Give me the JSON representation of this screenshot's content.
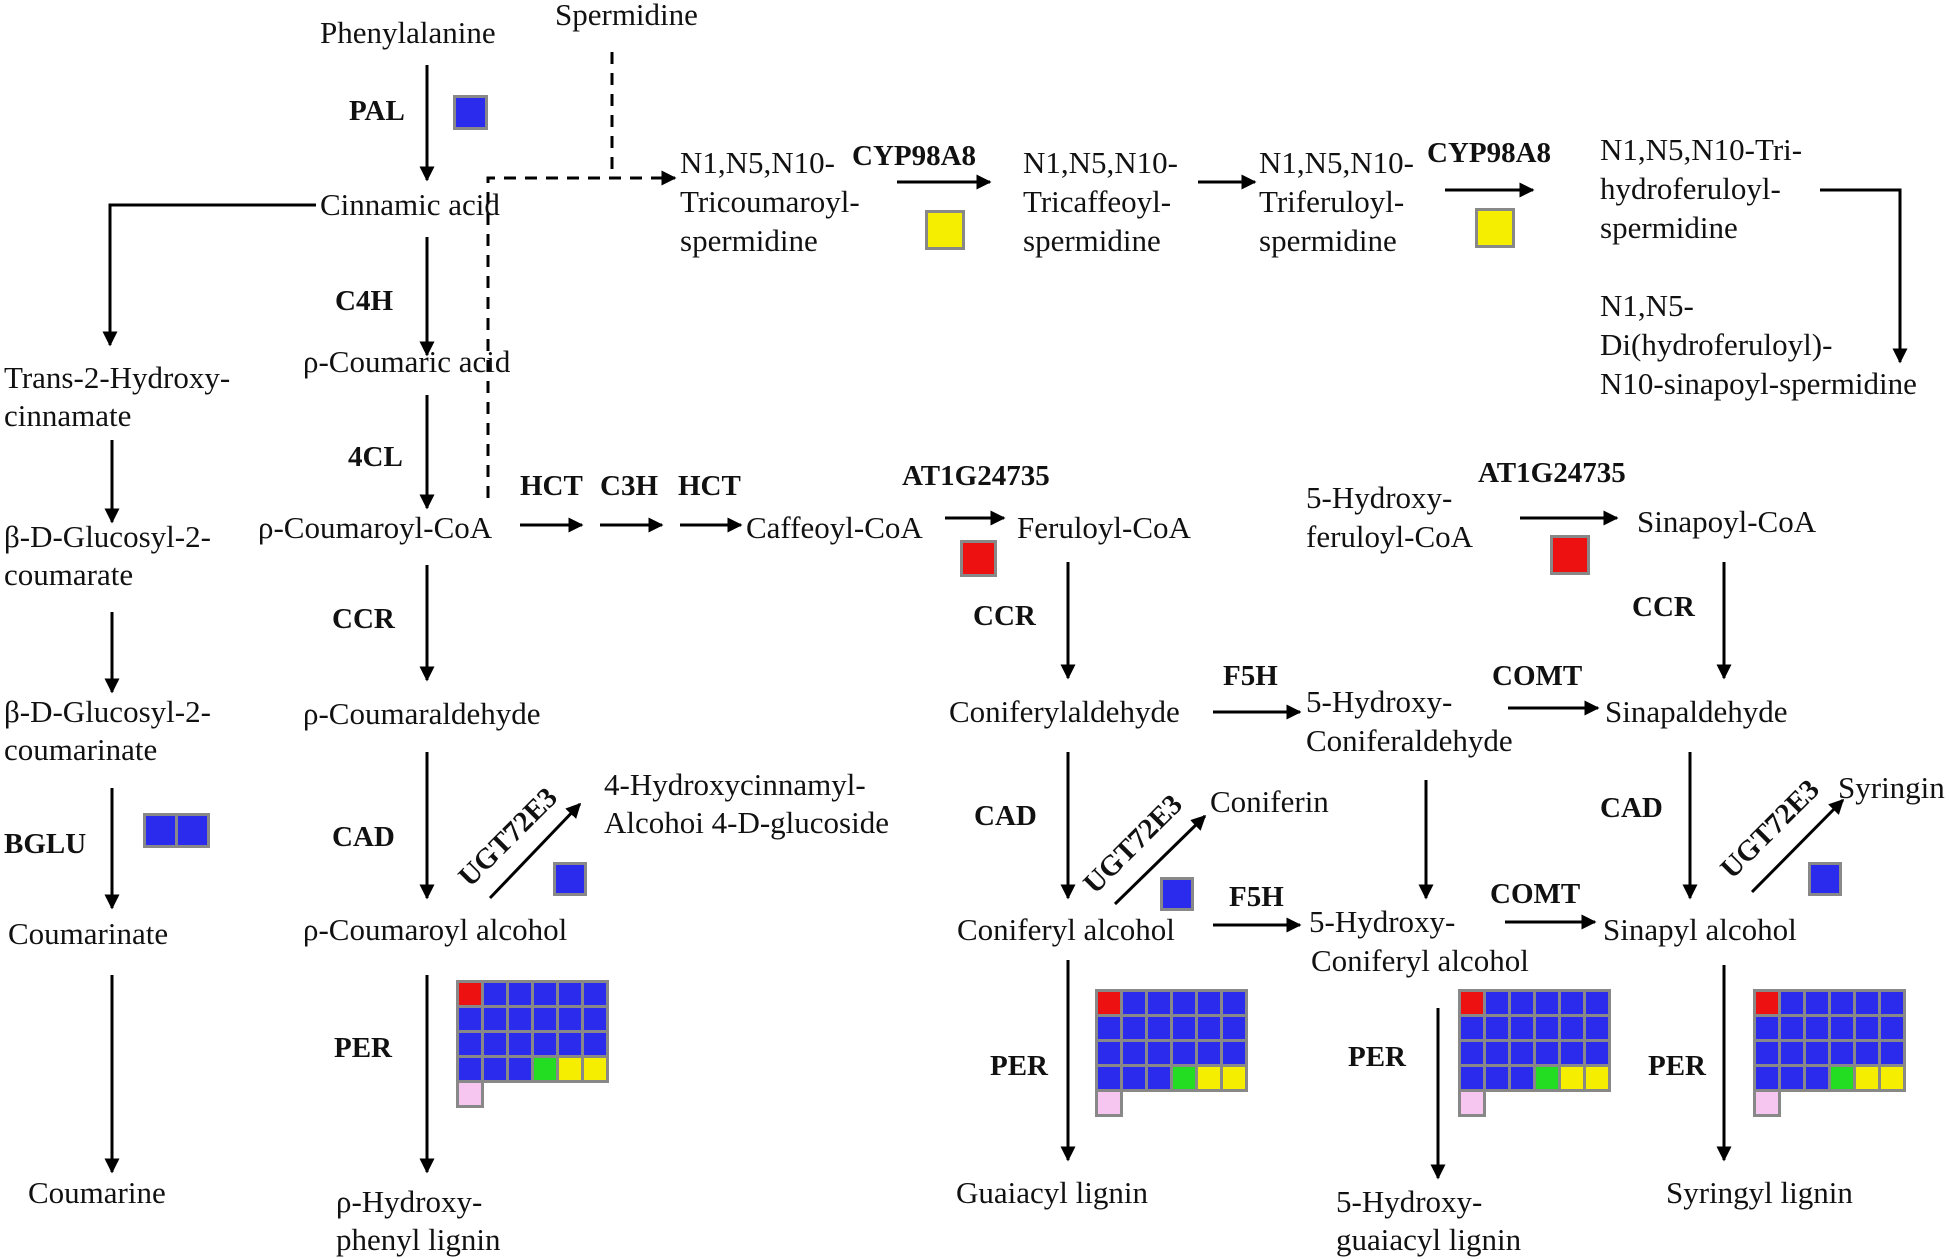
{
  "compounds": {
    "phenylalanine": "Phenylalanine",
    "spermidine": "Spermidine",
    "cinnamic_acid": "Cinnamic acid",
    "trans_hydroxy": [
      "Trans-2-Hydroxy-",
      "cinnamate"
    ],
    "glucosyl_coumarate": [
      "β-D-Glucosyl-2-",
      "coumarate"
    ],
    "glucosyl_coumarinate": [
      "β-D-Glucosyl-2-",
      "coumarinate"
    ],
    "coumarinate": "Coumarinate",
    "coumarine": "Coumarine",
    "p_coumaric_acid": "ρ-Coumaric acid",
    "p_coumaroyl_coa": "ρ-Coumaroyl-CoA",
    "p_coumaraldehyde": "ρ-Coumaraldehyde",
    "p_coumaroyl_alcohol": "ρ-Coumaroyl alcohol",
    "p_hydroxyphenyl_lignin": [
      "ρ-Hydroxy-",
      "phenyl lignin"
    ],
    "hydroxycinnamyl_glucoside": [
      "4-Hydroxycinnamyl-",
      "Alcohoi 4-D-glucoside"
    ],
    "tricoumaroyl": [
      "N1,N5,N10-",
      "Tricoumaroyl-",
      "spermidine"
    ],
    "tricaffeoyl": [
      "N1,N5,N10-",
      "Tricaffeoyl-",
      "spermidine"
    ],
    "triferuloyl": [
      "N1,N5,N10-",
      "Triferuloyl-",
      "spermidine"
    ],
    "trihydroferuloyl": [
      "N1,N5,N10-Tri-",
      "hydroferuloyl-",
      "spermidine"
    ],
    "dihydroferuloyl": [
      "N1,N5-",
      "Di(hydroferuloyl)-",
      "N10-sinapoyl-spermidine"
    ],
    "caffeoyl_coa": "Caffeoyl-CoA",
    "feruloyl_coa": "Feruloyl-CoA",
    "hydroxyferuloyl_coa": [
      "5-Hydroxy-",
      "feruloyl-CoA"
    ],
    "sinapoyl_coa": "Sinapoyl-CoA",
    "coniferylaldehyde": "Coniferylaldehyde",
    "hydroxyconiferaldehyde": [
      "5-Hydroxy-",
      "Coniferaldehyde"
    ],
    "sinapaldehyde": "Sinapaldehyde",
    "coniferin": "Coniferin",
    "syringin": "Syringin",
    "coniferyl_alcohol": "Coniferyl alcohol",
    "hydroxyconiferyl_alcohol": [
      "5-Hydroxy-",
      "Coniferyl alcohol"
    ],
    "sinapyl_alcohol": "Sinapyl alcohol",
    "guaiacyl_lignin": "Guaiacyl lignin",
    "hydroxyguaiacyl_lignin": [
      "5-Hydroxy-",
      "guaiacyl lignin"
    ],
    "syringyl_lignin": "Syringyl lignin"
  },
  "enzymes": {
    "pal": "PAL",
    "c4h": "C4H",
    "fourcl": "4CL",
    "ccr": "CCR",
    "cad": "CAD",
    "per": "PER",
    "bglu": "BGLU",
    "hct": "HCT",
    "c3h": "C3H",
    "cyp98a8": "CYP98A8",
    "at1g24735": "AT1G24735",
    "f5h": "F5H",
    "comt": "COMT",
    "ugt72e3": "UGT72E3"
  },
  "colors": {
    "down": "#2b2bee",
    "up": "#ee1111",
    "mixed": "#f5ee00",
    "green": "#22dd22",
    "pink": "#f6c6f0",
    "grid_border": "#888888"
  },
  "expression": {
    "pal": [
      "down"
    ],
    "bglu": [
      "down",
      "down"
    ],
    "cyp98a8_first": [
      "mixed"
    ],
    "cyp98a8_second": [
      "mixed"
    ],
    "at1g24735_first": [
      "up"
    ],
    "at1g24735_second": [
      "up"
    ],
    "ugt72e3_p": [
      "down"
    ],
    "ugt72e3_g": [
      "down"
    ],
    "ugt72e3_s": [
      "down"
    ],
    "per_grid": [
      [
        "up",
        "down",
        "down",
        "down",
        "down",
        "down"
      ],
      [
        "down",
        "down",
        "down",
        "down",
        "down",
        "down"
      ],
      [
        "down",
        "down",
        "down",
        "down",
        "down",
        "down"
      ],
      [
        "down",
        "down",
        "down",
        "green",
        "mixed",
        "mixed"
      ],
      [
        "pink"
      ]
    ]
  }
}
